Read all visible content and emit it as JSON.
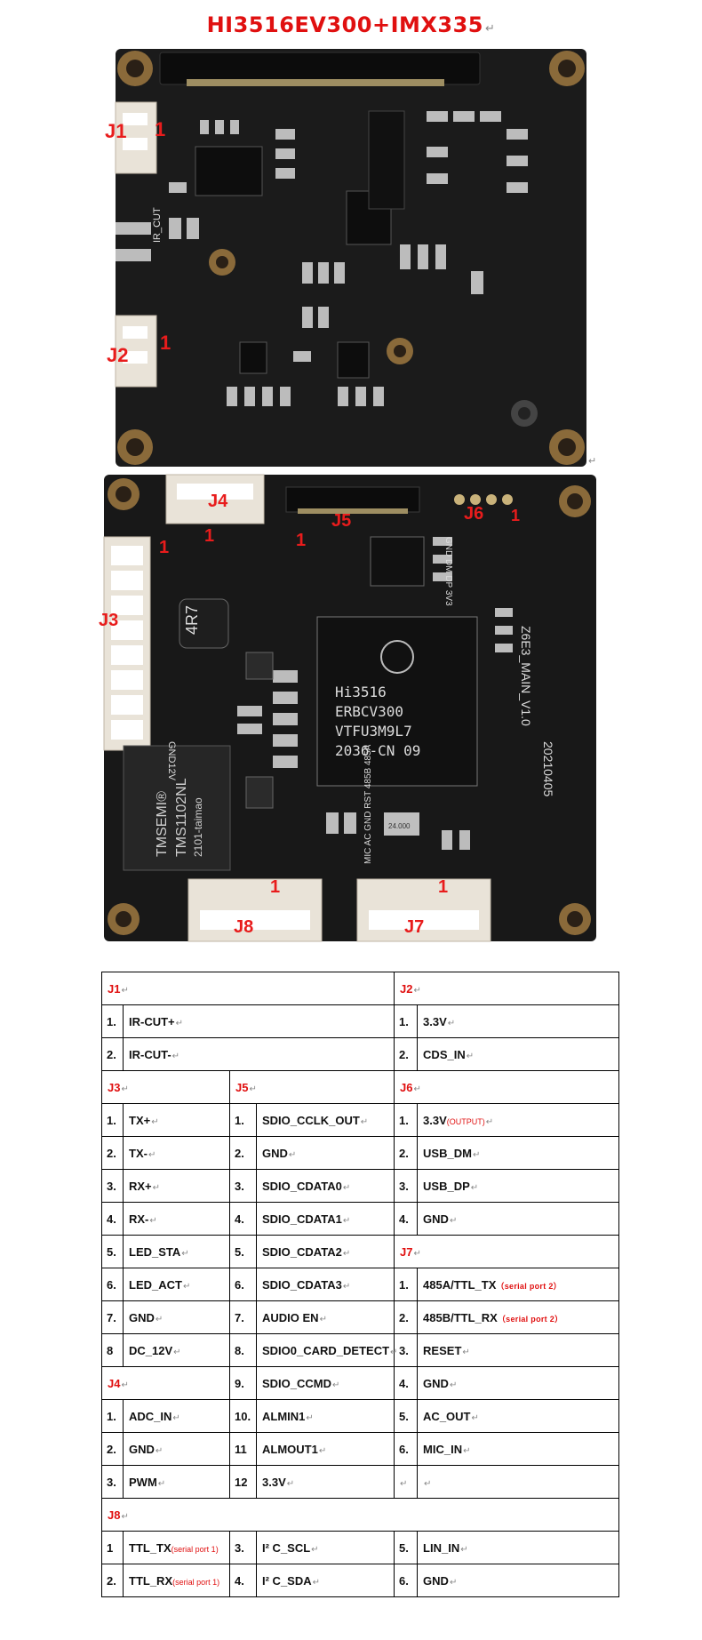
{
  "title": "HI3516EV300+IMX335",
  "board_top": {
    "labels": {
      "j1": "J1",
      "j1_pin": "1",
      "j2": "J2",
      "j2_pin": "1",
      "ircut": "IR_CUT"
    }
  },
  "board_bottom": {
    "labels": {
      "j3": "J3",
      "j3_pin": "1",
      "j4": "J4",
      "j4_pin": "1",
      "j5": "J5",
      "j5_pin": "1",
      "j6": "J6",
      "j6_pin": "1",
      "j7": "J7",
      "j7_pin": "1",
      "j8": "J8",
      "j8_pin": "1"
    },
    "silk": {
      "chip1": "Hi3516",
      "chip2": "ERBCV300",
      "chip3": "VTFU3M9L7",
      "chip4": "2036-CN  09",
      "version": "Z6E3_MAIN_V1.0",
      "date": "20210405",
      "magnetics1": "TMSEMI®",
      "magnetics2": "TMS1102NL",
      "magnetics3": "2101-taimao",
      "inductor": "4R7",
      "j6_pins": "GND DM DP 3V3",
      "j7_pins": "MIC AC GND RST 485B 485A",
      "gnd12v": "GND12V",
      "crystal": "24.000"
    }
  },
  "table": {
    "j1": {
      "header": "J1",
      "rows": [
        {
          "n": "1.",
          "v": "IR-CUT+"
        },
        {
          "n": "2.",
          "v": "IR-CUT-"
        }
      ]
    },
    "j2": {
      "header": "J2",
      "rows": [
        {
          "n": "1.",
          "v": "3.3V"
        },
        {
          "n": "2.",
          "v": "CDS_IN"
        }
      ]
    },
    "j3": {
      "header": "J3",
      "rows": [
        {
          "n": "1.",
          "v": "TX+"
        },
        {
          "n": "2.",
          "v": "TX-"
        },
        {
          "n": "3.",
          "v": "RX+"
        },
        {
          "n": "4.",
          "v": "RX-"
        },
        {
          "n": "5.",
          "v": "LED_STA"
        },
        {
          "n": "6.",
          "v": "LED_ACT"
        },
        {
          "n": "7.",
          "v": "GND"
        },
        {
          "n": "8",
          "v": "DC_12V"
        }
      ]
    },
    "j4": {
      "header": "J4",
      "rows": [
        {
          "n": "1.",
          "v": "ADC_IN"
        },
        {
          "n": "2.",
          "v": "GND"
        },
        {
          "n": "3.",
          "v": "PWM"
        }
      ]
    },
    "j5": {
      "header": "J5",
      "rows": [
        {
          "n": "1.",
          "v": "SDIO_CCLK_OUT"
        },
        {
          "n": "2.",
          "v": "GND"
        },
        {
          "n": "3.",
          "v": "SDIO_CDATA0"
        },
        {
          "n": "4.",
          "v": "SDIO_CDATA1"
        },
        {
          "n": "5.",
          "v": "SDIO_CDATA2"
        },
        {
          "n": "6.",
          "v": "SDIO_CDATA3"
        },
        {
          "n": "7.",
          "v": "AUDIO EN"
        },
        {
          "n": "8.",
          "v": "SDIO0_CARD_DETECT"
        },
        {
          "n": "9.",
          "v": "SDIO_CCMD"
        },
        {
          "n": "10.",
          "v": "ALMIN1"
        },
        {
          "n": "11",
          "v": "ALMOUT1"
        },
        {
          "n": "12",
          "v": "3.3V"
        }
      ]
    },
    "j6": {
      "header": "J6",
      "rows": [
        {
          "n": "1.",
          "v": "3.3V",
          "note": "(OUTPUT)"
        },
        {
          "n": "2.",
          "v": "USB_DM"
        },
        {
          "n": "3.",
          "v": "USB_DP"
        },
        {
          "n": "4.",
          "v": "GND"
        }
      ]
    },
    "j7": {
      "header": "J7",
      "rows": [
        {
          "n": "1.",
          "v": "485A/TTL_TX",
          "note": "（serial port 2）"
        },
        {
          "n": "2.",
          "v": "485B/TTL_RX",
          "note": "（serial port 2）"
        },
        {
          "n": "3.",
          "v": "RESET"
        },
        {
          "n": "4.",
          "v": "GND"
        },
        {
          "n": "5.",
          "v": "AC_OUT"
        },
        {
          "n": "6.",
          "v": "MIC_IN"
        }
      ]
    },
    "j8": {
      "header": "J8",
      "rows": [
        {
          "n": "1",
          "v": "TTL_TX",
          "note": "(serial port 1)"
        },
        {
          "n": "2.",
          "v": "TTL_RX",
          "note": "(serial port 1)"
        },
        {
          "n": "3.",
          "v": "I² C_SCL"
        },
        {
          "n": "4.",
          "v": "I² C_SDA"
        },
        {
          "n": "5.",
          "v": "LIN_IN"
        },
        {
          "n": "6.",
          "v": "GND"
        }
      ]
    }
  }
}
